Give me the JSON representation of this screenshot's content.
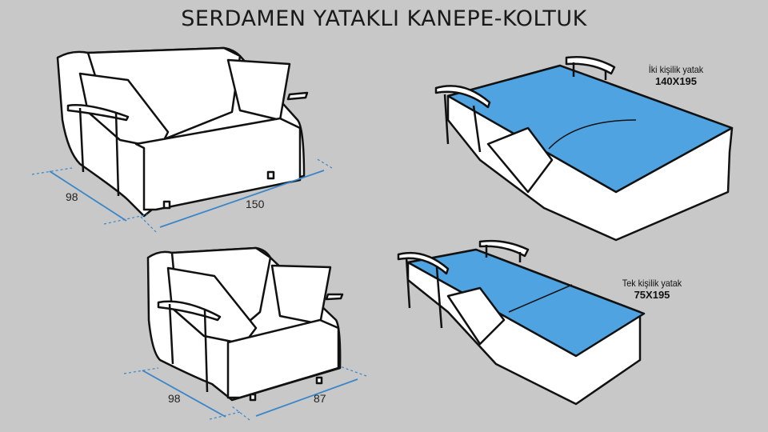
{
  "title": "SERDAMEN YATAKLI KANEPE-KOLTUK",
  "colors": {
    "background": "#c8c8c8",
    "mattress": "#4ea3e0",
    "dimension_line": "#3a86c8",
    "outline": "#111111",
    "fabric": "#ffffff"
  },
  "products": [
    {
      "name": "sofa",
      "view": "closed",
      "dimensions": {
        "depth": "98",
        "width": "150"
      }
    },
    {
      "name": "sofa-bed",
      "view": "open",
      "label": "İki kişilik yatak",
      "size": "140X195"
    },
    {
      "name": "armchair",
      "view": "closed",
      "dimensions": {
        "depth": "98",
        "width": "87"
      }
    },
    {
      "name": "armchair-bed",
      "view": "open",
      "label": "Tek kişilik yatak",
      "size": "75X195"
    }
  ]
}
